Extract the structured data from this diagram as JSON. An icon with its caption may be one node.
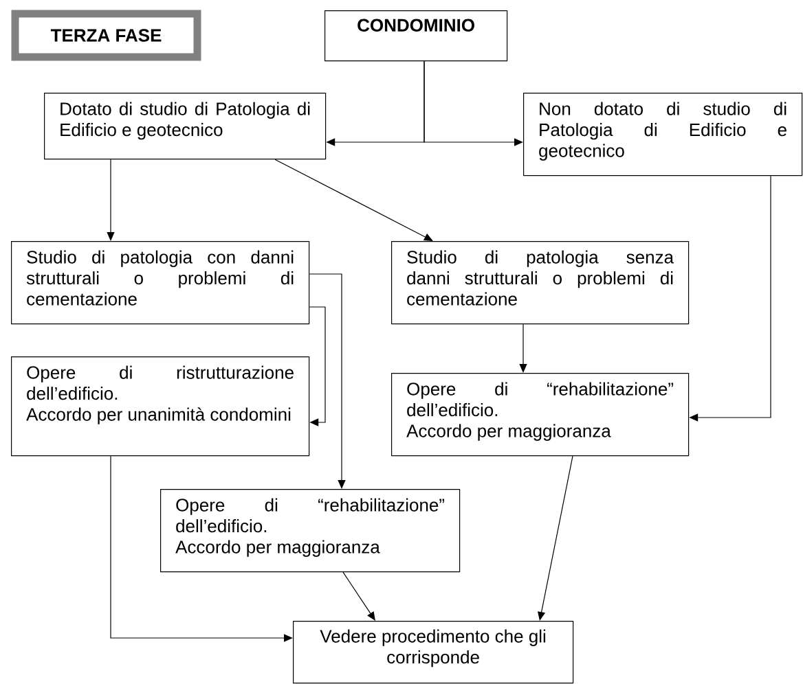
{
  "diagram": {
    "nodes": [
      {
        "text": [
          "TERZA FASE"
        ]
      },
      {
        "text": [
          "CONDOMINIO"
        ]
      },
      {
        "text": [
          "Dotato di studio di Patologia di Edificio e geotecnico"
        ]
      },
      {
        "text": [
          "Non dotato di studio di Patologia di Edificio e geotecnico"
        ]
      },
      {
        "text": [
          "Studio di patologia con danni strutturali o problemi di cementazione"
        ]
      },
      {
        "text": [
          "Studio di patologia senza danni strutturali o problemi di cementazione"
        ]
      },
      {
        "text": [
          "Opere di ristrutturazione dell’edificio.",
          "Accordo per unanimità condomini"
        ]
      },
      {
        "text": [
          "Opere di “rehabilitazione” dell’edificio.",
          "Accordo per maggioranza"
        ]
      },
      {
        "text": [
          "Opere di “rehabilitazione” dell’edificio.",
          "Accordo per maggioranza"
        ]
      },
      {
        "text": [
          "Vedere procedimento che gli corrisponde"
        ]
      }
    ],
    "edges": [
      {
        "from": 1,
        "to": 2,
        "arrow": "to"
      },
      {
        "from": 1,
        "to": 3,
        "arrow": "to"
      },
      {
        "from": 2,
        "to": 4,
        "arrow": "to"
      },
      {
        "from": 2,
        "to": 5,
        "arrow": "to"
      },
      {
        "from": 4,
        "to": 6,
        "arrow": "to"
      },
      {
        "from": 4,
        "to": 8,
        "arrow": "to"
      },
      {
        "from": 5,
        "to": 7,
        "arrow": "to"
      },
      {
        "from": 3,
        "to": 7,
        "arrow": "to"
      },
      {
        "from": 6,
        "to": 9,
        "arrow": "to"
      },
      {
        "from": 8,
        "to": 9,
        "arrow": "to"
      },
      {
        "from": 7,
        "to": 9,
        "arrow": "to"
      }
    ]
  }
}
